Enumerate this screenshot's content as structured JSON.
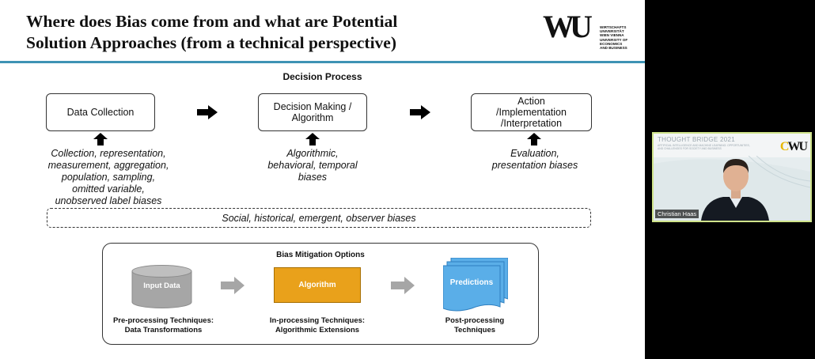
{
  "slide": {
    "title_line1": "Where does Bias come from and what are Potential",
    "title_line2": "Solution Approaches (from a technical perspective)",
    "logo": {
      "mark": "WU",
      "text": "WIRTSCHAFTS\nUNIVERSITÄT\nWIEN VIENNA\nUNIVERSITY OF\nECONOMICS\nAND BUSINESS"
    },
    "accent_color": "#3e93b4",
    "decision_process": {
      "heading": "Decision Process",
      "steps": [
        {
          "label": "Data Collection",
          "biases": "Collection, representation,\nmeasurement, aggregation,\npopulation, sampling,\nomitted variable,\nunobserved label biases"
        },
        {
          "label": "Decision Making /\nAlgorithm",
          "biases": "Algorithmic,\nbehavioral, temporal\nbiases"
        },
        {
          "label": "Action\n/Implementation\n/Interpretation",
          "biases": "Evaluation,\npresentation biases"
        }
      ],
      "cross_cutting": "Social, historical, emergent, observer biases"
    },
    "mitigation": {
      "heading": "Bias Mitigation Options",
      "input_label": "Input Data",
      "algorithm_label": "Algorithm",
      "predictions_label": "Predictions",
      "captions": [
        "Pre-processing Techniques:\nData Transformations",
        "In-processing Techniques:\nAlgorithmic Extensions",
        "Post-processing\nTechniques"
      ],
      "colors": {
        "input": "#a6a6a6",
        "algorithm": "#e9a11b",
        "predictions": "#5aaee8",
        "arrow": "#a6a6a6"
      }
    }
  },
  "video": {
    "banner_title": "THOUGHT BRIDGE 2021",
    "banner_sub": "ARTIFICIAL INTELLIGENCE AND MACHINE LEARNING: OPPORTUNITIES,\nAND CHALLENGES FOR SOCIETY AND BUSINESS",
    "banner_logo": "WU",
    "participant_name": "Christian Haas"
  }
}
